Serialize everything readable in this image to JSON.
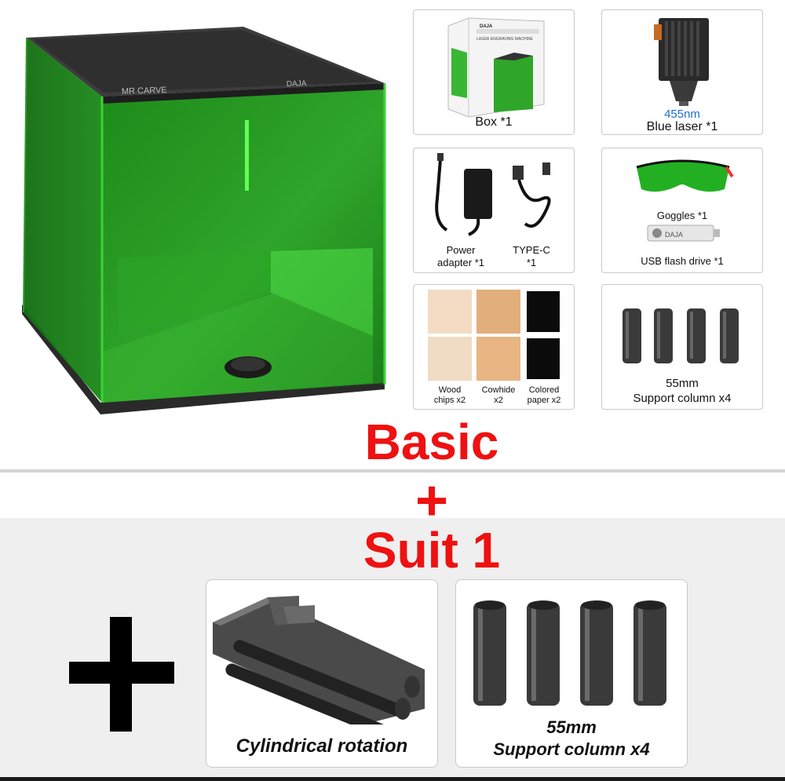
{
  "main": {
    "title": "Basic",
    "plus": "+",
    "subtitle": "Suit 1"
  },
  "box": {
    "brand": "DAJA",
    "box_text": "LASER ENGRAVING MACHINE"
  },
  "machine": {
    "lid_text": "MR CARVE",
    "lid_text_right": "DAJA"
  },
  "items": [
    {
      "label": "Box *1"
    },
    {
      "label_top": "455nm",
      "label": "Blue laser *1"
    },
    {
      "label": "Power adapter *1",
      "label_line1": "Power",
      "label_line2": "adapter *1"
    },
    {
      "label": "TYPE-C *1",
      "label_line1": "TYPE-C",
      "label_line2": "*1"
    },
    {
      "label": "Goggles *1"
    },
    {
      "label": "USB flash drive *1",
      "drive_text": "DAJA"
    },
    {
      "line1": "Wood",
      "line2": "chips x2"
    },
    {
      "line1": "Cowhide",
      "line2": "x2"
    },
    {
      "line1": "Colored",
      "line2": "paper x2"
    },
    {
      "line1": "55mm",
      "line2": "Support column x4"
    }
  ],
  "addons": [
    {
      "label": "Cylindrical rotation"
    },
    {
      "line1": "55mm",
      "line2": "Support column x4"
    }
  ],
  "colors": {
    "accent_red": "#ee1111",
    "label_blue": "#1f6fd1",
    "laser_green": "#1fb81f"
  }
}
